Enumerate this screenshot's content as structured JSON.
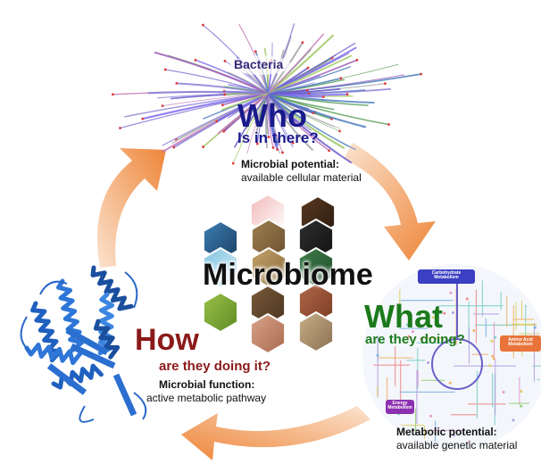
{
  "tree": {
    "label": "Bacteria"
  },
  "who": {
    "title": "Who",
    "subtitle": "Is in there?",
    "caption_bold": "Microbial potential:",
    "caption": "available cellular material"
  },
  "center": {
    "title": "Microbiome"
  },
  "what": {
    "title": "What",
    "subtitle": "are they doing?",
    "caption_bold": "Metabolic potential:",
    "caption": "available genetic material"
  },
  "how": {
    "title": "How",
    "subtitle": "are they doing it?",
    "caption_bold": "Microbial function:",
    "caption": "active metabolic pathway"
  },
  "pathway_map": {
    "top_label": "Carbohydrate Metabolism",
    "right_label": "Amino Acid Metabolism",
    "left_label": "Energy Metabolism"
  },
  "colors": {
    "who": "#1a1a8c",
    "what": "#1b7a1b",
    "how": "#8b1a1a",
    "arrow": "#ee8a3c",
    "tree_label": "#3a2a7a"
  }
}
